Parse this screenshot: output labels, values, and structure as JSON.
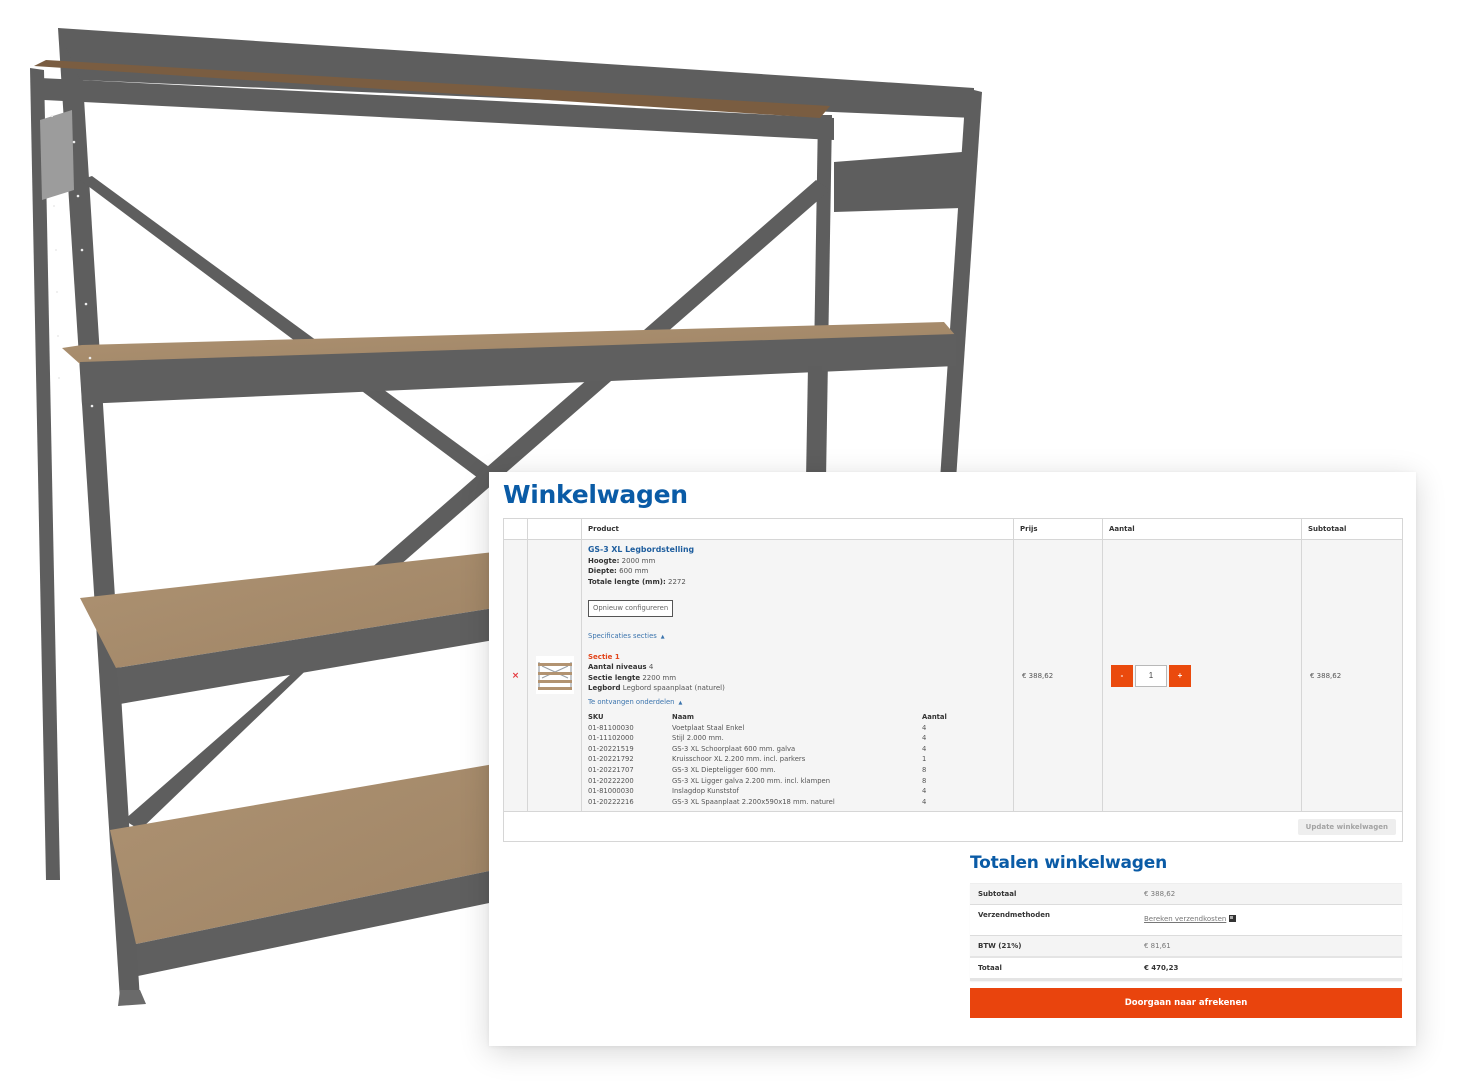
{
  "colors": {
    "brand_blue": "#0a5ba6",
    "link_blue": "#1f5e9e",
    "accent_orange": "#e9440d",
    "section_red": "#e2441a",
    "remove_red": "#e4343a",
    "steel": "#5d5d5d",
    "wood": "#a88f6f"
  },
  "cart": {
    "title": "Winkelwagen",
    "columns": {
      "remove": "",
      "thumbnail": "",
      "product": "Product",
      "price": "Prijs",
      "quantity": "Aantal",
      "subtotal": "Subtotaal"
    },
    "item": {
      "remove_icon": "×",
      "thumbnail_icon": "shelving-unit-thumbnail",
      "name": "GS-3 XL Legbordstelling",
      "attributes": [
        {
          "label": "Hoogte:",
          "value": "2000 mm"
        },
        {
          "label": "Diepte:",
          "value": "600 mm"
        },
        {
          "label": "Totale lengte (mm):",
          "value": "2272"
        }
      ],
      "reconfigure_label": "Opnieuw configureren",
      "specs_toggle": "Specificaties secties",
      "section": {
        "title": "Sectie 1",
        "attributes": [
          {
            "label": "Aantal niveaus",
            "value": "4"
          },
          {
            "label": "Sectie lengte",
            "value": "2200 mm"
          },
          {
            "label": "Legbord",
            "value": "Legbord spaanplaat (naturel)"
          }
        ]
      },
      "parts_toggle": "Te ontvangen onderdelen",
      "parts": {
        "headers": {
          "sku": "SKU",
          "name": "Naam",
          "qty": "Aantal"
        },
        "rows": [
          {
            "sku": "01-81100030",
            "name": "Voetplaat Staal Enkel",
            "qty": "4"
          },
          {
            "sku": "01-11102000",
            "name": "Stijl 2.000 mm.",
            "qty": "4"
          },
          {
            "sku": "01-20221519",
            "name": "GS-3 XL Schoorplaat 600 mm. galva",
            "qty": "4"
          },
          {
            "sku": "01-20221792",
            "name": "Kruisschoor XL 2.200 mm. incl. parkers",
            "qty": "1"
          },
          {
            "sku": "01-20221707",
            "name": "GS-3 XL Diepteligger 600 mm.",
            "qty": "8"
          },
          {
            "sku": "01-20222200",
            "name": "GS-3 XL Ligger galva 2.200 mm. incl. klampen",
            "qty": "8"
          },
          {
            "sku": "01-81000030",
            "name": "Inslagdop Kunststof",
            "qty": "4"
          },
          {
            "sku": "01-20222216",
            "name": "GS-3 XL Spaanplaat 2.200x590x18 mm. naturel",
            "qty": "4"
          }
        ]
      },
      "price": "€ 388,62",
      "quantity": "1",
      "minus_label": "-",
      "plus_label": "+",
      "subtotal": "€ 388,62"
    },
    "update_label": "Update winkelwagen"
  },
  "totals": {
    "title": "Totalen winkelwagen",
    "rows": [
      {
        "label": "Subtotaal",
        "value": "€ 388,62"
      },
      {
        "label": "Verzendmethoden",
        "value": "Bereken verzendkosten",
        "icon": "calculator-icon"
      },
      {
        "label": "BTW (21%)",
        "value": "€ 81,61"
      },
      {
        "label": "Totaal",
        "value": "€ 470,23"
      }
    ],
    "checkout_label": "Doorgaan naar afrekenen"
  }
}
